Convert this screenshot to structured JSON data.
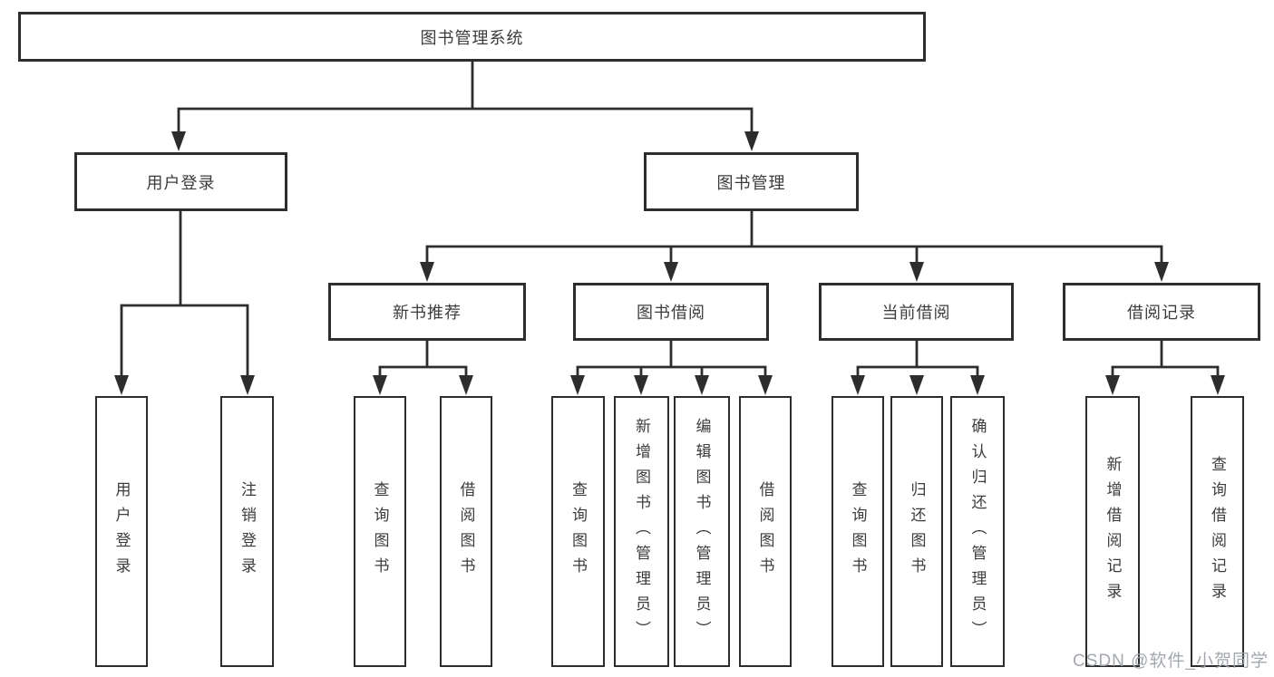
{
  "diagram": {
    "watermark": "CSDN @软件_小贺同学",
    "line_color": "#2d2d2d",
    "text_color": "#3c3c3c",
    "background_color": "#ffffff"
  },
  "tree": {
    "root": {
      "label": "图书管理系统"
    },
    "branches": [
      {
        "label": "用户登录",
        "children": [
          {
            "label": "用户登录"
          },
          {
            "label": "注销登录"
          }
        ]
      },
      {
        "label": "图书管理",
        "children": [
          {
            "label": "新书推荐",
            "children": [
              {
                "label": "查询图书"
              },
              {
                "label": "借阅图书"
              }
            ]
          },
          {
            "label": "图书借阅",
            "children": [
              {
                "label": "查询图书"
              },
              {
                "label": "新增图书（管理员）"
              },
              {
                "label": "编辑图书（管理员）"
              },
              {
                "label": "借阅图书"
              }
            ]
          },
          {
            "label": "当前借阅",
            "children": [
              {
                "label": "查询图书"
              },
              {
                "label": "归还图书"
              },
              {
                "label": "确认归还（管理员）"
              }
            ]
          },
          {
            "label": "借阅记录",
            "children": [
              {
                "label": "新增借阅记录"
              },
              {
                "label": "查询借阅记录"
              }
            ]
          }
        ]
      }
    ]
  }
}
